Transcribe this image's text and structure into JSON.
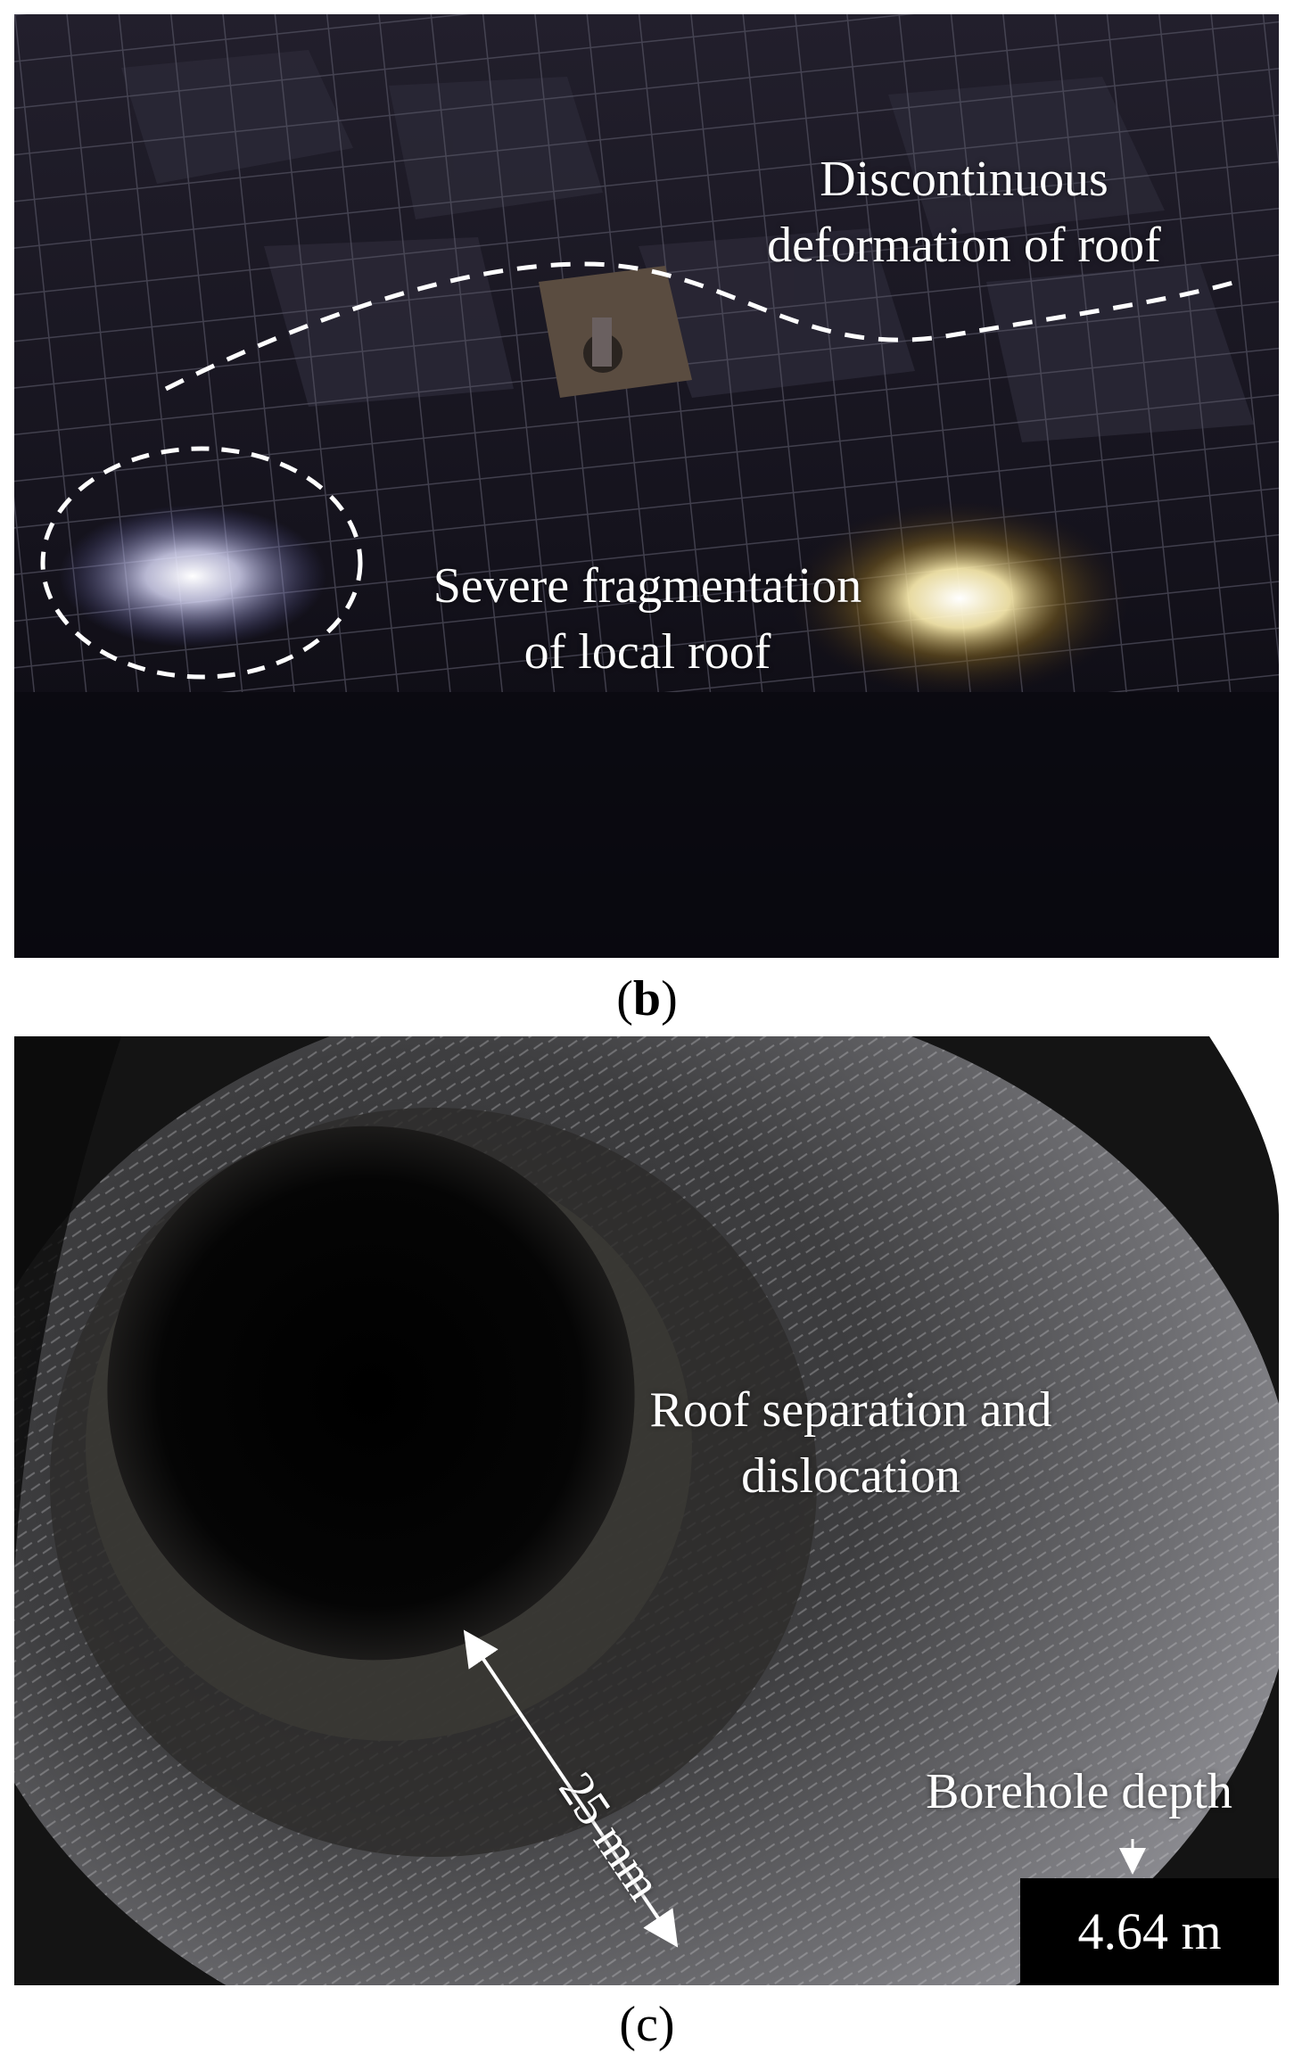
{
  "panel_b": {
    "annotation_top_line1": "Discontinuous",
    "annotation_top_line2": "deformation of roof",
    "annotation_mid_line1": "Severe fragmentation",
    "annotation_mid_line2": "of local roof",
    "caption_letter": "b"
  },
  "panel_c": {
    "annotation_line1": "Roof separation and",
    "annotation_line2": "dislocation",
    "measure_label": "25 mm",
    "depth_label": "Borehole depth",
    "depth_value": "4.64 m",
    "caption_letter": "c"
  }
}
